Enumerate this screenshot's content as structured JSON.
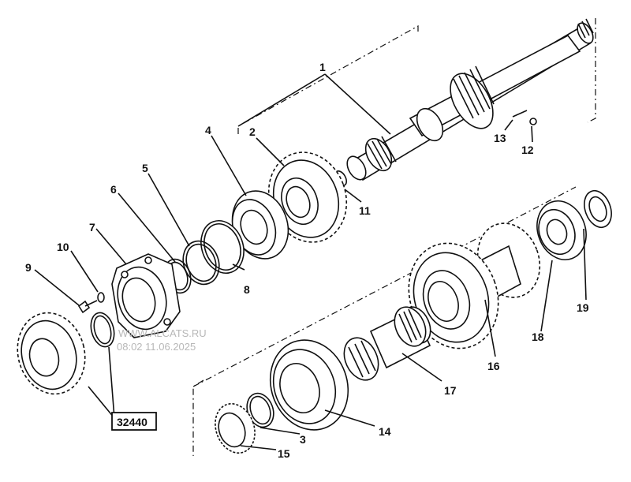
{
  "callouts": [
    {
      "id": "1",
      "text": "1"
    },
    {
      "id": "2",
      "text": "2"
    },
    {
      "id": "3",
      "text": "3"
    },
    {
      "id": "4",
      "text": "4"
    },
    {
      "id": "5",
      "text": "5"
    },
    {
      "id": "6",
      "text": "6"
    },
    {
      "id": "7",
      "text": "7"
    },
    {
      "id": "8",
      "text": "8"
    },
    {
      "id": "9",
      "text": "9"
    },
    {
      "id": "10",
      "text": "10"
    },
    {
      "id": "11",
      "text": "11"
    },
    {
      "id": "12",
      "text": "12"
    },
    {
      "id": "13",
      "text": "13"
    },
    {
      "id": "14",
      "text": "14"
    },
    {
      "id": "15",
      "text": "15"
    },
    {
      "id": "16",
      "text": "16"
    },
    {
      "id": "17",
      "text": "17"
    },
    {
      "id": "18",
      "text": "18"
    },
    {
      "id": "19",
      "text": "19"
    }
  ],
  "kit_ref": "32440",
  "watermark": {
    "line1": "WWW.ALCATS.RU",
    "line2": "08:02 11.06.2025"
  }
}
